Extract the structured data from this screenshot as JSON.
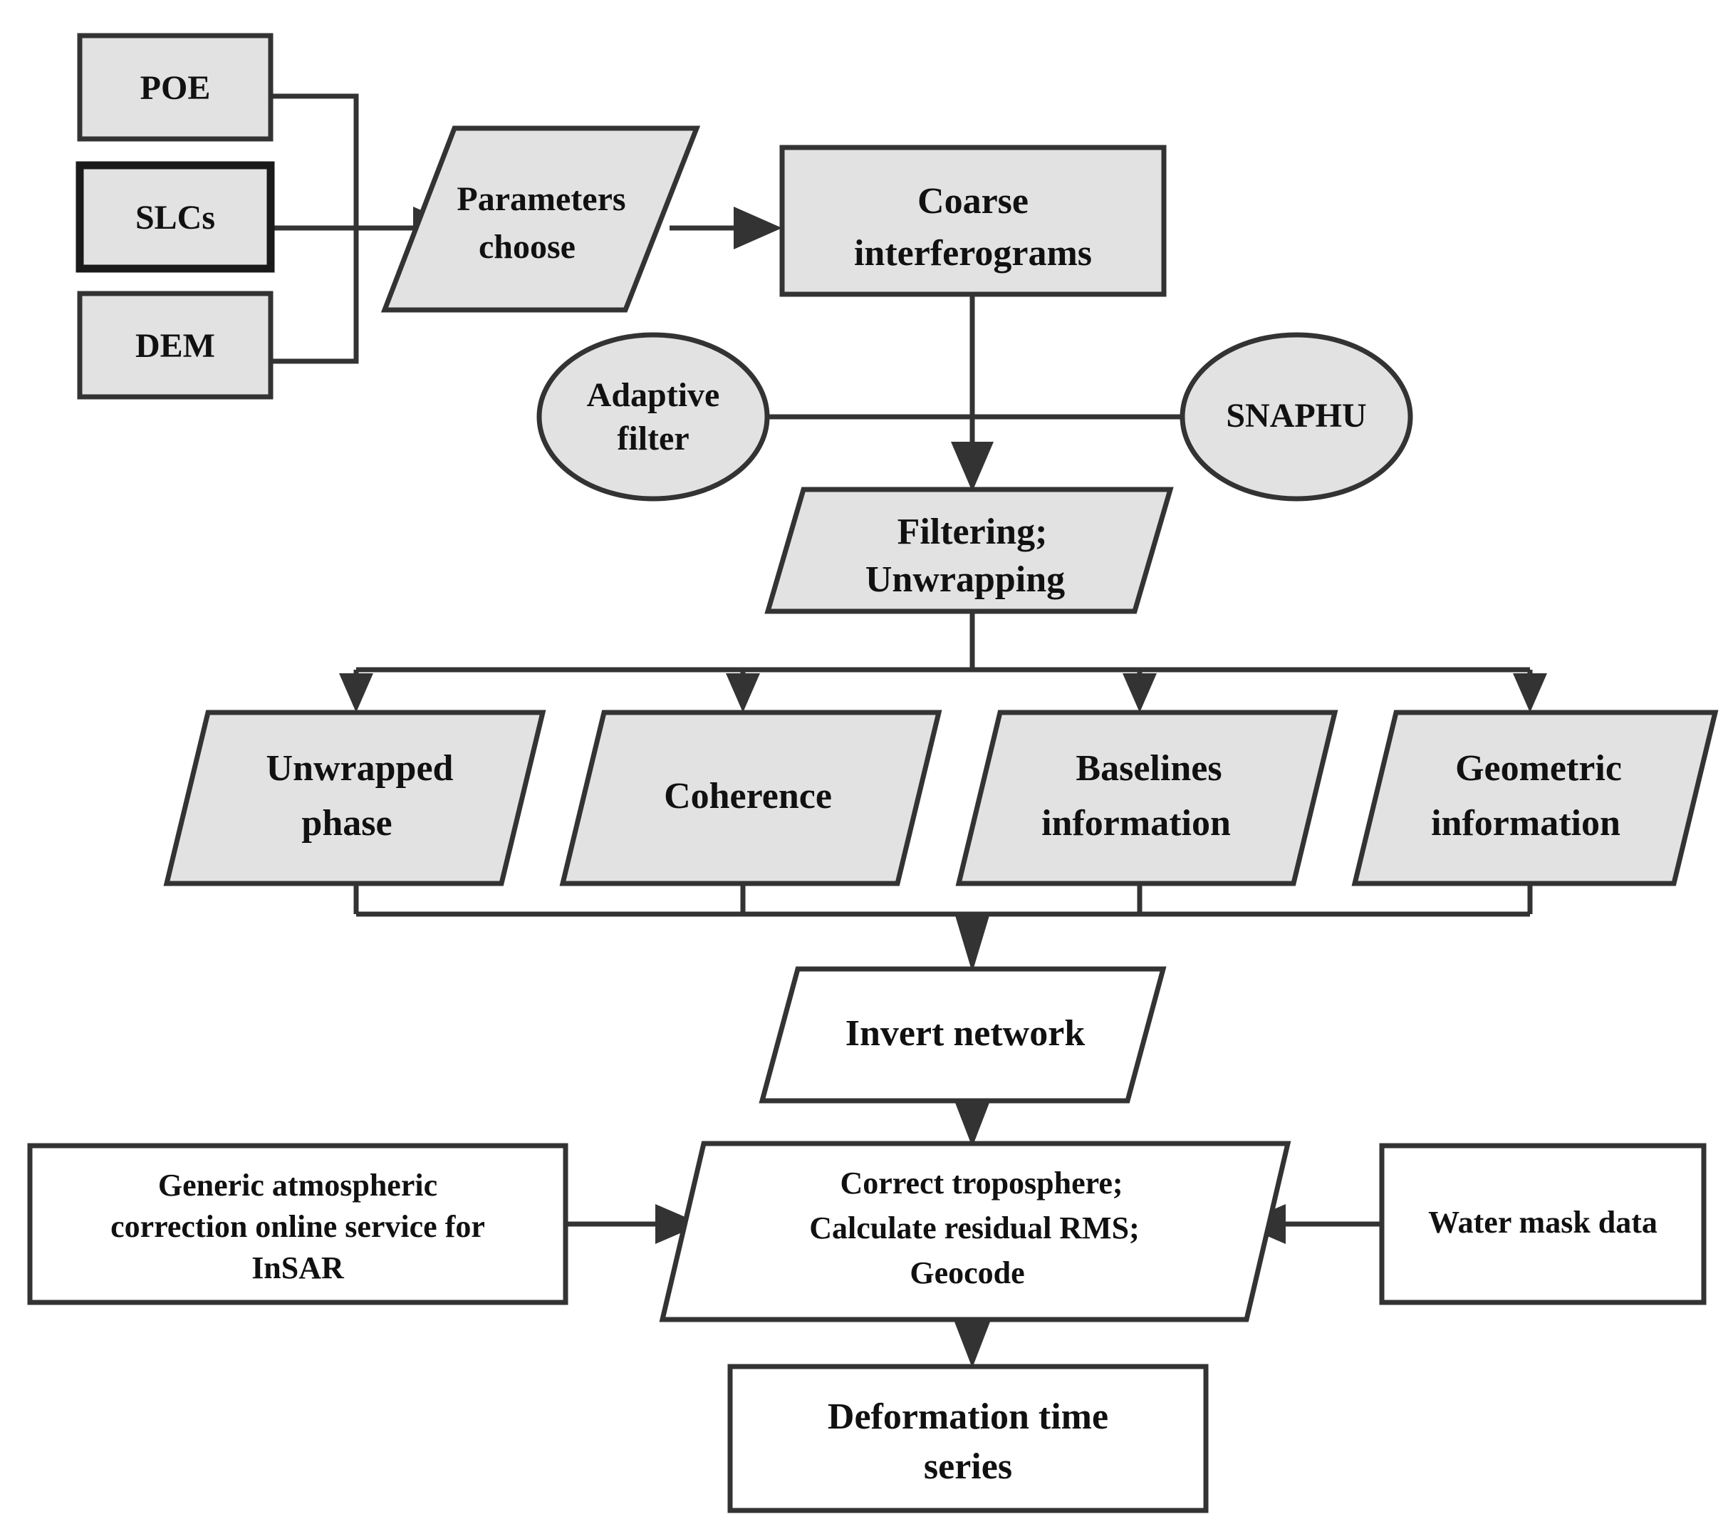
{
  "diagram": {
    "title": "InSAR deformation time series processing flowchart",
    "colors": {
      "shape_fill_gray": "#e2e2e2",
      "shape_fill_white": "#ffffff",
      "stroke": "#333333",
      "text": "#111111",
      "background": "#ffffff"
    },
    "nodes": {
      "poe": {
        "label": "POE",
        "shape": "rectangle",
        "fill": "gray"
      },
      "slcs": {
        "label": "SLCs",
        "shape": "rectangle",
        "fill": "gray"
      },
      "dem": {
        "label": "DEM",
        "shape": "rectangle",
        "fill": "gray"
      },
      "parameters_choose": {
        "label_line1": "Parameters",
        "label_line2": "choose",
        "shape": "parallelogram",
        "fill": "gray"
      },
      "coarse_interferograms": {
        "label_line1": "Coarse",
        "label_line2": "interferograms",
        "shape": "rectangle",
        "fill": "gray"
      },
      "adaptive_filter": {
        "label_line1": "Adaptive",
        "label_line2": "filter",
        "shape": "ellipse",
        "fill": "gray"
      },
      "snaphu": {
        "label": "SNAPHU",
        "shape": "ellipse",
        "fill": "gray"
      },
      "filtering_unwrapping": {
        "label_line1": "Filtering;",
        "label_line2": "Unwrapping",
        "shape": "parallelogram",
        "fill": "gray"
      },
      "unwrapped_phase": {
        "label_line1": "Unwrapped",
        "label_line2": "phase",
        "shape": "parallelogram",
        "fill": "gray"
      },
      "coherence": {
        "label": "Coherence",
        "shape": "parallelogram",
        "fill": "gray"
      },
      "baselines_information": {
        "label_line1": "Baselines",
        "label_line2": "information",
        "shape": "parallelogram",
        "fill": "gray"
      },
      "geometric_information": {
        "label_line1": "Geometric",
        "label_line2": "information",
        "shape": "parallelogram",
        "fill": "gray"
      },
      "invert_network": {
        "label": "Invert network",
        "shape": "parallelogram",
        "fill": "white"
      },
      "gacos": {
        "label_line1": "Generic atmospheric",
        "label_line2": "correction online service for",
        "label_line3": "InSAR",
        "shape": "rectangle",
        "fill": "white"
      },
      "correct_troposphere": {
        "label_line1": "Correct troposphere;",
        "label_line2": "Calculate residual RMS;",
        "label_line3": "Geocode",
        "shape": "parallelogram",
        "fill": "white"
      },
      "water_mask_data": {
        "label": "Water mask data",
        "shape": "rectangle",
        "fill": "white"
      },
      "deformation_time_series": {
        "label_line1": "Deformation time",
        "label_line2": "series",
        "shape": "rectangle",
        "fill": "white"
      }
    },
    "edges": [
      {
        "from": "poe",
        "to": "parameters_choose",
        "style": "elbow"
      },
      {
        "from": "slcs",
        "to": "parameters_choose",
        "style": "straight-arrow"
      },
      {
        "from": "dem",
        "to": "parameters_choose",
        "style": "elbow"
      },
      {
        "from": "parameters_choose",
        "to": "coarse_interferograms",
        "style": "straight-arrow"
      },
      {
        "from": "coarse_interferograms",
        "to": "filtering_unwrapping",
        "style": "straight-arrow"
      },
      {
        "from": "adaptive_filter",
        "to": "filtering_unwrapping",
        "style": "tee"
      },
      {
        "from": "snaphu",
        "to": "filtering_unwrapping",
        "style": "tee"
      },
      {
        "from": "filtering_unwrapping",
        "to": "unwrapped_phase",
        "style": "split-arrow"
      },
      {
        "from": "filtering_unwrapping",
        "to": "coherence",
        "style": "split-arrow"
      },
      {
        "from": "filtering_unwrapping",
        "to": "baselines_information",
        "style": "split-arrow"
      },
      {
        "from": "filtering_unwrapping",
        "to": "geometric_information",
        "style": "split-arrow"
      },
      {
        "from": "unwrapped_phase",
        "to": "invert_network",
        "style": "merge-arrow"
      },
      {
        "from": "coherence",
        "to": "invert_network",
        "style": "merge-arrow"
      },
      {
        "from": "baselines_information",
        "to": "invert_network",
        "style": "merge-arrow"
      },
      {
        "from": "geometric_information",
        "to": "invert_network",
        "style": "merge-arrow"
      },
      {
        "from": "invert_network",
        "to": "correct_troposphere",
        "style": "straight-arrow"
      },
      {
        "from": "gacos",
        "to": "correct_troposphere",
        "style": "straight-arrow"
      },
      {
        "from": "water_mask_data",
        "to": "correct_troposphere",
        "style": "straight-arrow"
      },
      {
        "from": "correct_troposphere",
        "to": "deformation_time_series",
        "style": "straight-arrow"
      }
    ]
  }
}
